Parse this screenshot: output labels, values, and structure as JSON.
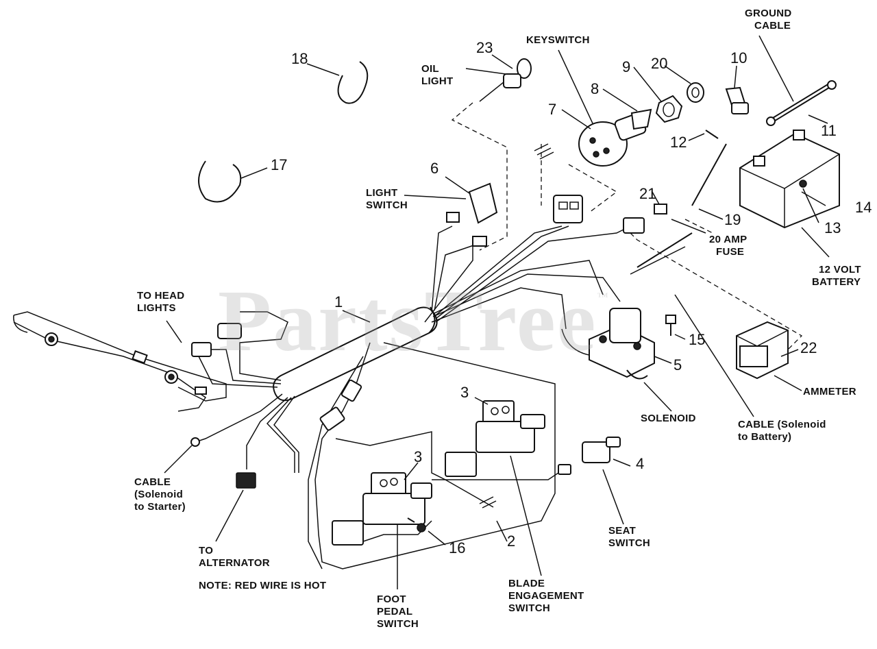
{
  "watermark": "PartsTree",
  "watermark_mark": "™",
  "callouts": {
    "c1": "1",
    "c2": "2",
    "c3a": "3",
    "c3b": "3",
    "c4": "4",
    "c5": "5",
    "c6": "6",
    "c7": "7",
    "c8": "8",
    "c9": "9",
    "c10": "10",
    "c11": "11",
    "c12": "12",
    "c13": "13",
    "c14": "14",
    "c15": "15",
    "c16": "16",
    "c17": "17",
    "c18": "18",
    "c19": "19",
    "c20": "20",
    "c21": "21",
    "c22": "22",
    "c23": "23"
  },
  "labels": {
    "ground_cable": [
      "GROUND",
      "CABLE"
    ],
    "keyswitch": "KEYSWITCH",
    "oil_light": [
      "OIL",
      "LIGHT"
    ],
    "light_switch": [
      "LIGHT",
      "SWITCH"
    ],
    "to_head_lights": [
      "TO HEAD",
      "LIGHTS"
    ],
    "amp_fuse": [
      "20 AMP",
      "FUSE"
    ],
    "battery": [
      "12 VOLT",
      "BATTERY"
    ],
    "solenoid": "SOLENOID",
    "ammeter": "AMMETER",
    "cable_sol_battery": [
      "CABLE (Solenoid",
      "to Battery)"
    ],
    "cable_sol_starter": [
      "CABLE",
      "(Solenoid",
      "to Starter)"
    ],
    "to_alternator": [
      "TO",
      "ALTERNATOR"
    ],
    "note": "NOTE: RED WIRE IS HOT",
    "foot_pedal_switch": [
      "FOOT",
      "PEDAL",
      "SWITCH"
    ],
    "blade_engagement_switch": [
      "BLADE",
      "ENGAGEMENT",
      "SWITCH"
    ],
    "seat_switch": [
      "SEAT",
      "SWITCH"
    ]
  },
  "colors": {
    "ink": "#111111",
    "paper": "#ffffff",
    "watermark": "#a0a0a0"
  }
}
